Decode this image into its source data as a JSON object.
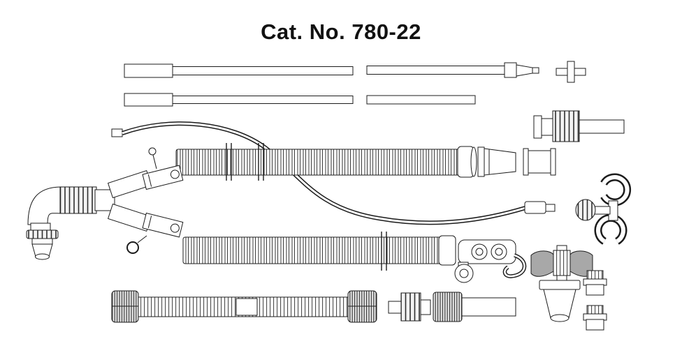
{
  "title": "Cat. No. 780-22",
  "colors": {
    "ink": "#1c1c1c",
    "background": "#ffffff",
    "shade": "#a8a8a8"
  },
  "figure": {
    "kind": "breathing-circuit-kit-line-drawing",
    "parts": [
      "pressure-line-long",
      "pressure-line-short",
      "oxygen-line",
      "oxygen-line-connector",
      "cross-connector",
      "ribbed-adapter-with-tube",
      "gas-sampling-line",
      "inspiratory-corrugated-limb",
      "limb-cuff",
      "straight-taper-adapter",
      "double-flange-connector",
      "patient-elbow",
      "wye-body",
      "upper-tube-clamp",
      "lower-tube-clamp",
      "pull-pin-ring",
      "elbow-port-cap",
      "expiratory-corrugated-limb",
      "twin-port-manifold",
      "hanger-ring",
      "circuit-holder-clip",
      "winged-swivel",
      "water-trap-cup",
      "small-cap-upper",
      "small-cap-lower",
      "catheter-mount-knurled-left",
      "catheter-mount-flex-tube",
      "catheter-mount-knurled-right",
      "ribbed-reducer",
      "knurled-nut-with-tube"
    ]
  }
}
